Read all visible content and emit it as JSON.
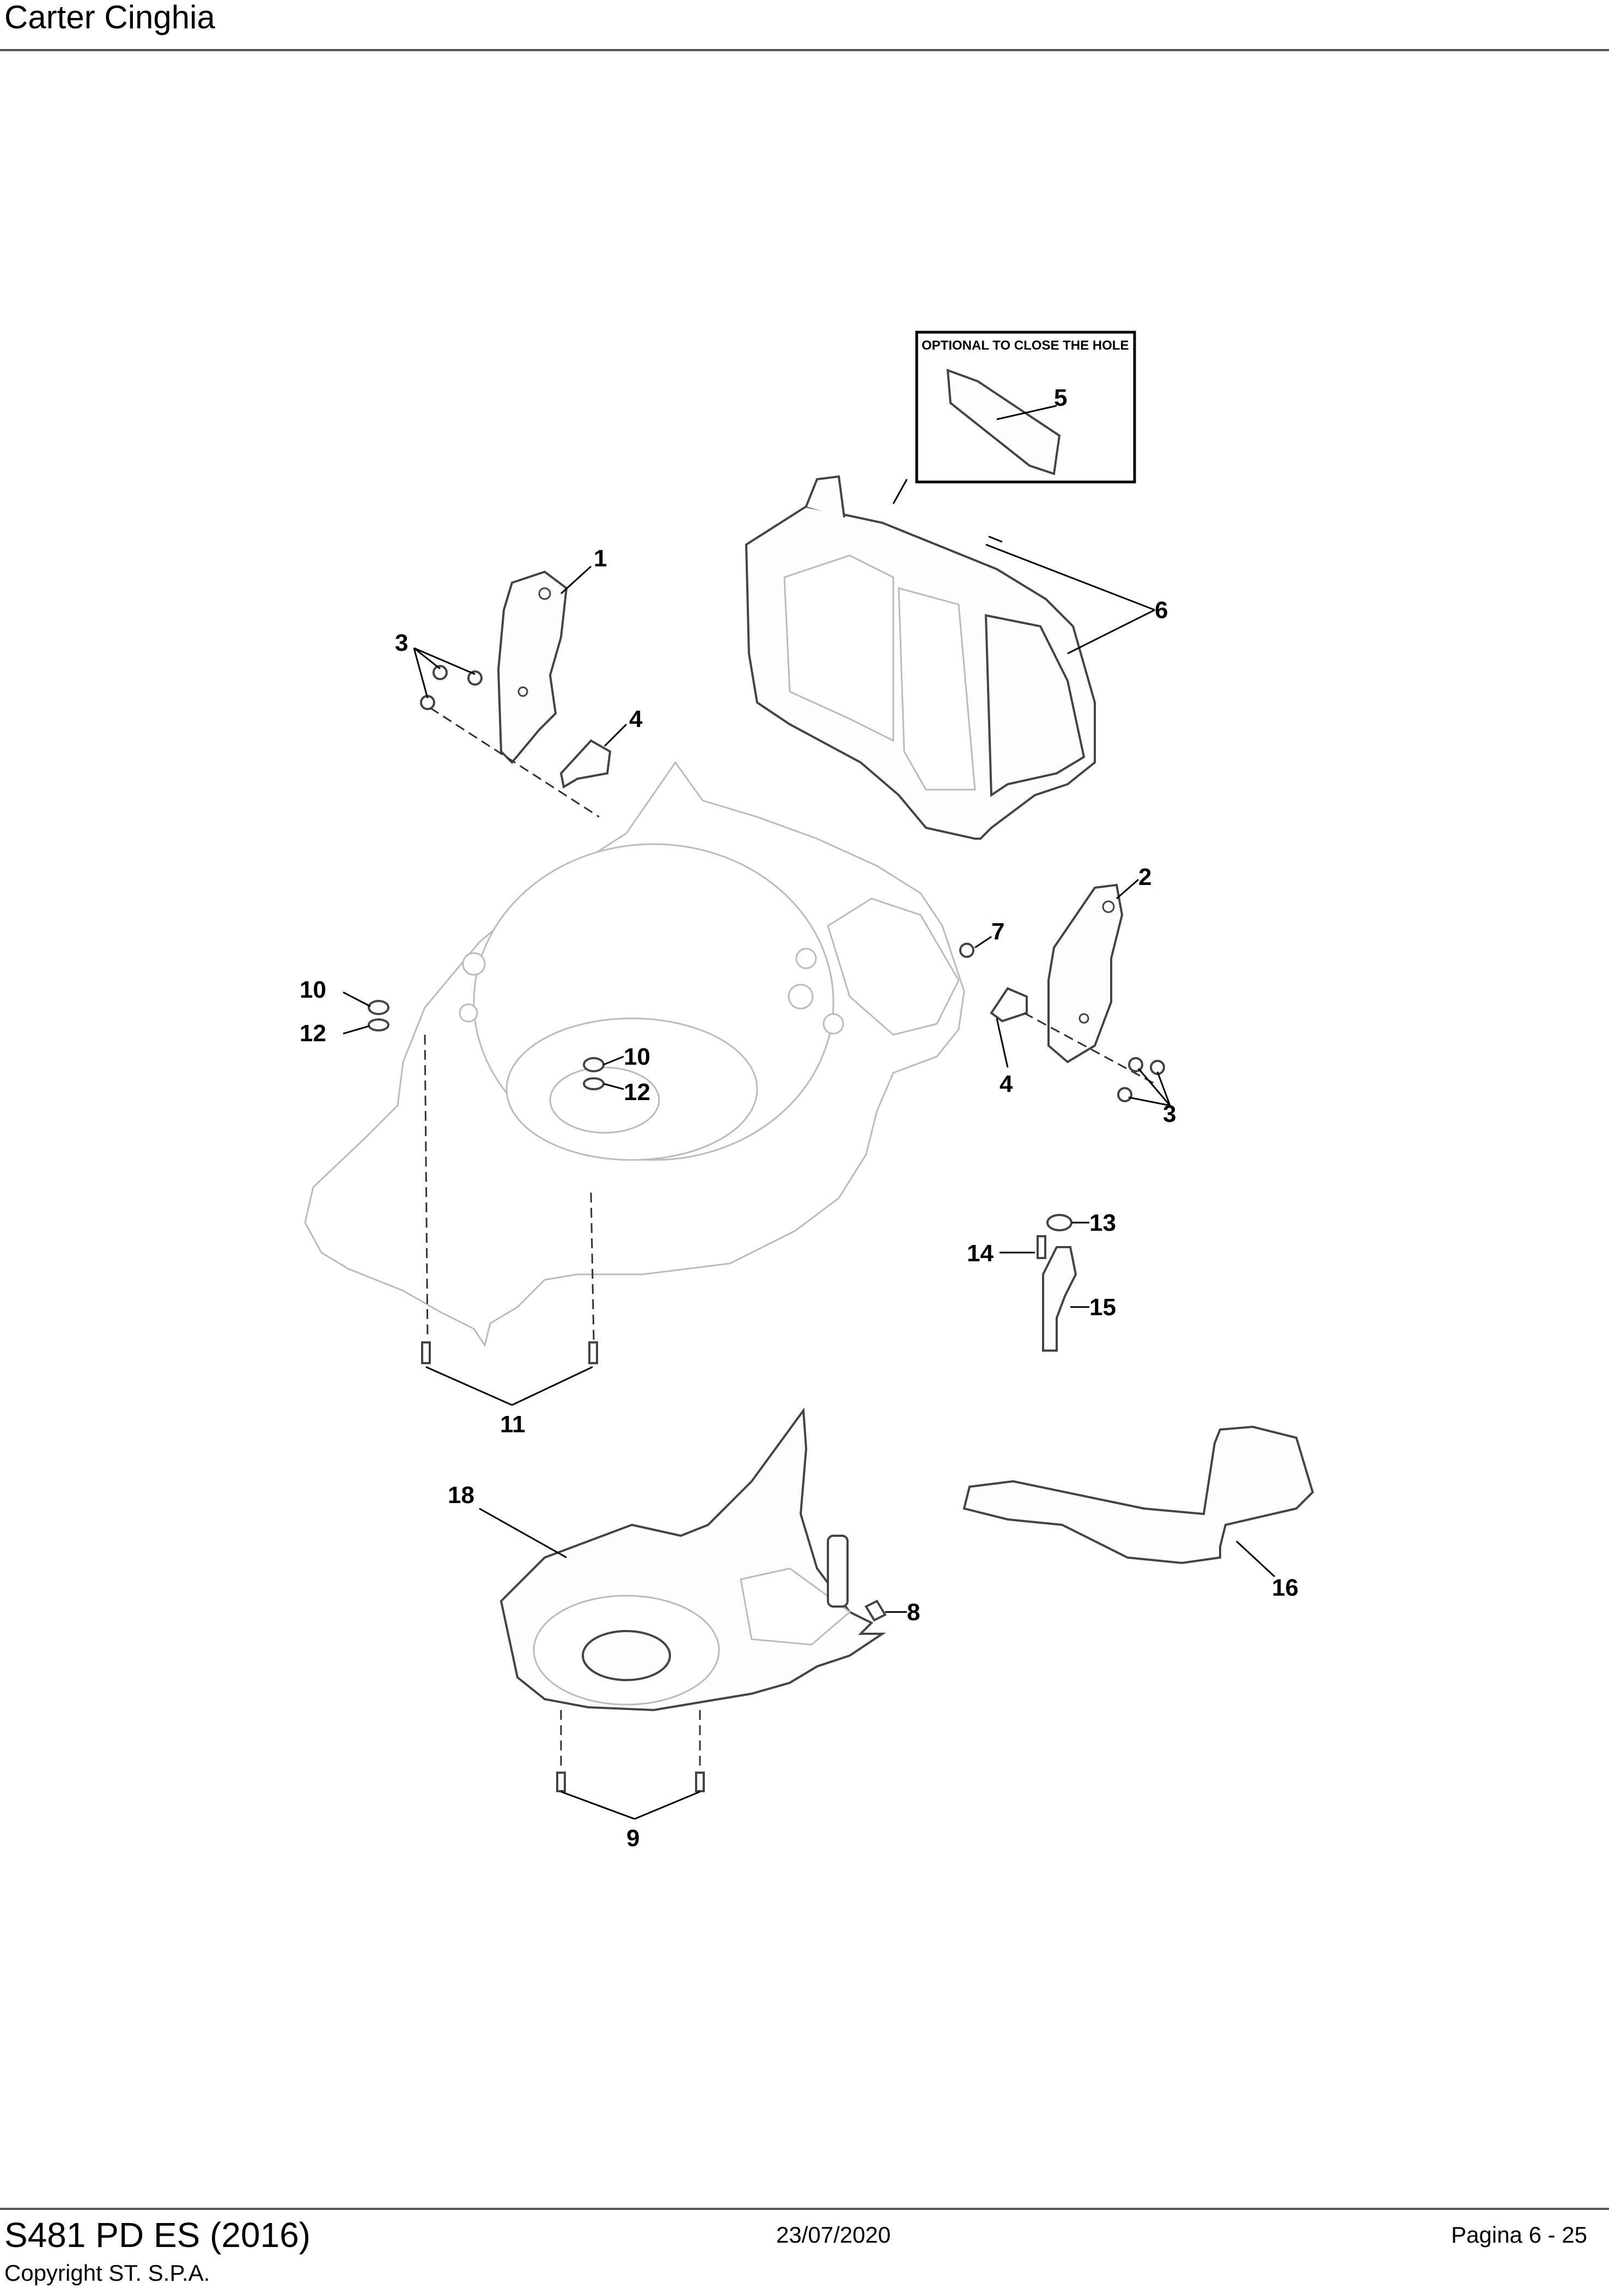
{
  "header": {
    "title": "Carter Cinghia"
  },
  "inset": {
    "label": "OPTIONAL TO CLOSE THE HOLE"
  },
  "callouts": {
    "c1": "1",
    "c2": "2",
    "c3a": "3",
    "c3b": "3",
    "c4a": "4",
    "c4b": "4",
    "c5": "5",
    "c6": "6",
    "c7": "7",
    "c8": "8",
    "c9": "9",
    "c10a": "10",
    "c10b": "10",
    "c11": "11",
    "c12a": "12",
    "c12b": "12",
    "c13": "13",
    "c14": "14",
    "c15": "15",
    "c16": "16",
    "c18": "18"
  },
  "footer": {
    "model": "S481 PD ES (2016)",
    "copyright": "Copyright ST. S.P.A.",
    "date": "23/07/2020",
    "page": "Pagina 6 - 25"
  }
}
